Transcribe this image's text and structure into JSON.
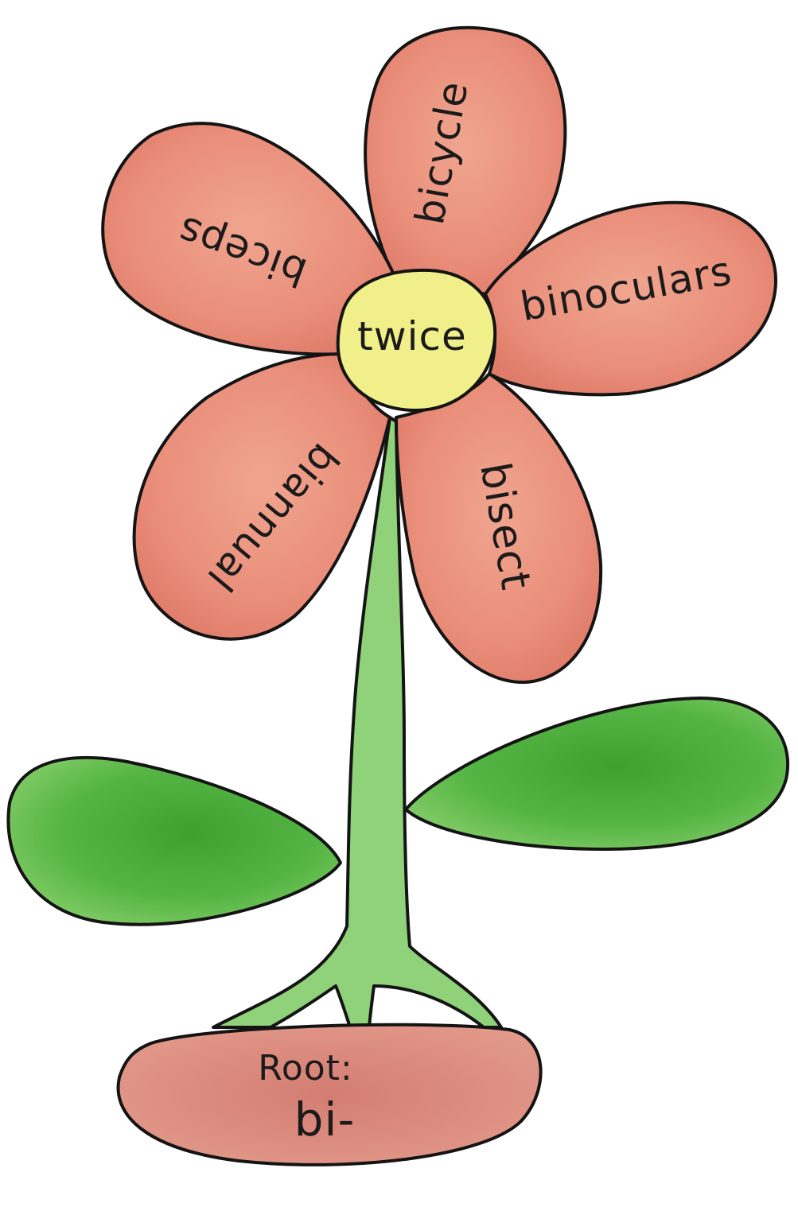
{
  "center": {
    "label": "twice"
  },
  "petals": [
    {
      "id": "bicycle",
      "label": "bicycle"
    },
    {
      "id": "binoculars",
      "label": "binoculars"
    },
    {
      "id": "bisect",
      "label": "bisect"
    },
    {
      "id": "biannual",
      "label": "biannual"
    },
    {
      "id": "biceps",
      "label": "biceps"
    }
  ],
  "root": {
    "heading": "Root:",
    "value": "bi-"
  },
  "colors": {
    "petal": "#ec9c88",
    "petal_shade": "#e07c6a",
    "center": "#f0ef8a",
    "leaf": "#4cae3c",
    "leaf_light": "#7cc860",
    "stem": "#8fd27a",
    "root_pod": "#d98378",
    "outline": "#141414"
  }
}
